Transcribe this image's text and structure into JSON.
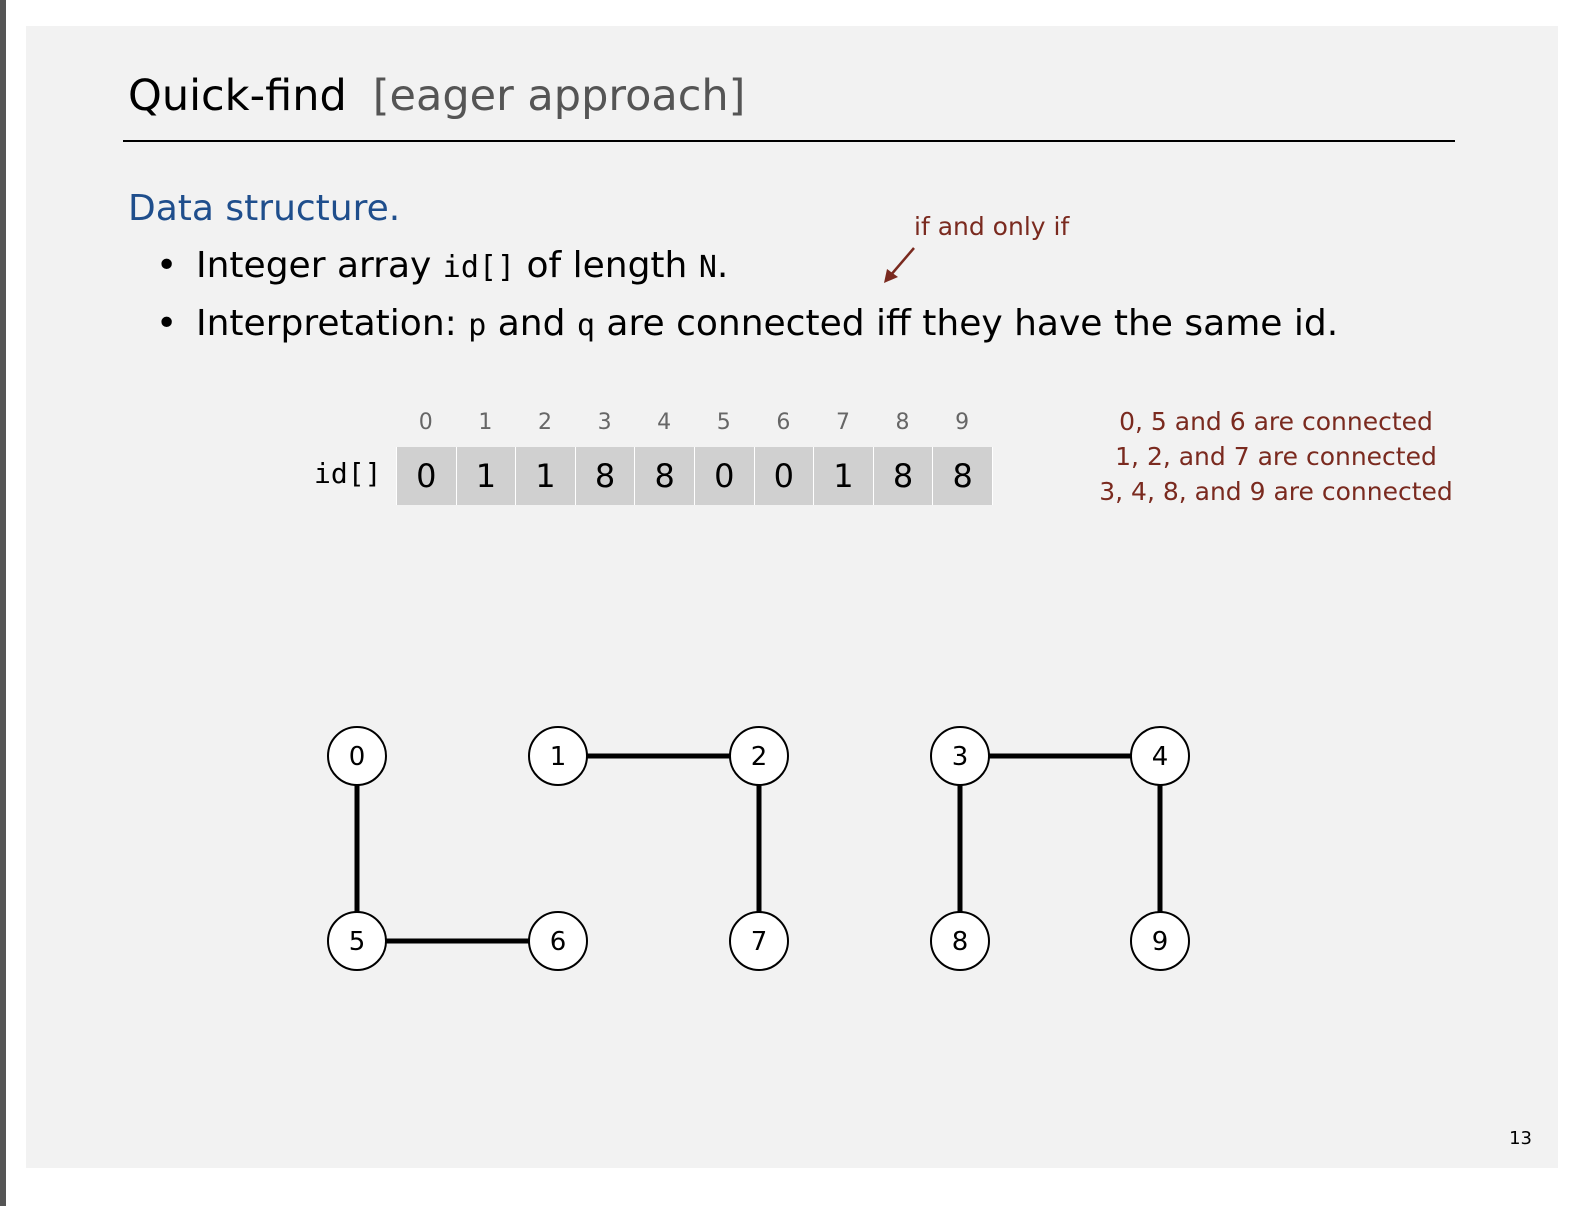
{
  "slide": {
    "title": "Quick-find",
    "title_bracket": "[eager approach]",
    "section_heading": "Data structure.",
    "bullets": [
      {
        "pre": "Integer array ",
        "code1": "id[]",
        "mid": " of length ",
        "code2": "N",
        "post": "."
      },
      {
        "pre": "Interpretation:  ",
        "code1": "p",
        "mid": " and ",
        "code2": "q",
        "post": " are connected iff they have the same id."
      }
    ],
    "annotation": "if and only if",
    "array_label": "id[]",
    "indices": [
      "0",
      "1",
      "2",
      "3",
      "4",
      "5",
      "6",
      "7",
      "8",
      "9"
    ],
    "values": [
      "0",
      "1",
      "1",
      "8",
      "8",
      "0",
      "0",
      "1",
      "8",
      "8"
    ],
    "legend": [
      "0, 5 and 6 are connected",
      "1, 2, and 7 are connected",
      "3, 4, 8, and 9 are connected"
    ],
    "page_number": "13"
  },
  "graph": {
    "nodes": [
      "0",
      "1",
      "2",
      "3",
      "4",
      "5",
      "6",
      "7",
      "8",
      "9"
    ],
    "edges": [
      [
        "0",
        "5"
      ],
      [
        "5",
        "6"
      ],
      [
        "1",
        "2"
      ],
      [
        "2",
        "7"
      ],
      [
        "3",
        "4"
      ],
      [
        "3",
        "8"
      ],
      [
        "4",
        "9"
      ]
    ]
  },
  "colors": {
    "heading": "#1f4e8c",
    "annotation": "#7a2a1f",
    "cell": "#d0d0d0"
  }
}
